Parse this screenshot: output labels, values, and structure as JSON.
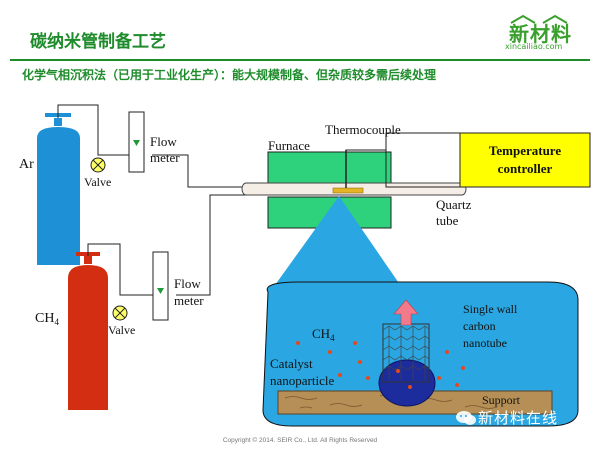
{
  "header": {
    "title": "碳纳米管制备工艺",
    "subtitle": "化学气相沉积法（已用于工业化生产）：能大规模制备、但杂质较多需后续处理",
    "logo_text": "新材料",
    "logo_url": "xincailiao.com"
  },
  "diagram": {
    "gas1": "Ar",
    "gas2_main": "CH",
    "gas2_sub": "4",
    "valve_label": "Valve",
    "flow_meter_l1": "Flow",
    "flow_meter_l2": "meter",
    "thermocouple": "Thermocouple",
    "furnace": "Furnace",
    "temp_controller_l1": "Temperature",
    "temp_controller_l2": "controller",
    "quartz_l1": "Quartz",
    "quartz_l2": "tube",
    "inset_ch4_main": "CH",
    "inset_ch4_sub": "4",
    "nanotube_l1": "Single wall",
    "nanotube_l2": "carbon",
    "nanotube_l3": "nanotube",
    "catalyst_l1": "Catalyst",
    "catalyst_l2": "nanoparticle",
    "support": "Support"
  },
  "footer": {
    "copyright": "Copyright © 2014. SEIR Co., Ltd. All Rights Reserved",
    "watermark": "新材料在线"
  },
  "colors": {
    "title_green": "#1f8c2c",
    "ar_cylinder": "#1e90d6",
    "ch4_cylinder": "#d42e12",
    "furnace": "#2ed27c",
    "inset_fill": "#2aa7e2",
    "support": "#b58f55",
    "catalyst": "#1c2c9c",
    "temp_box": "#ffff00"
  }
}
